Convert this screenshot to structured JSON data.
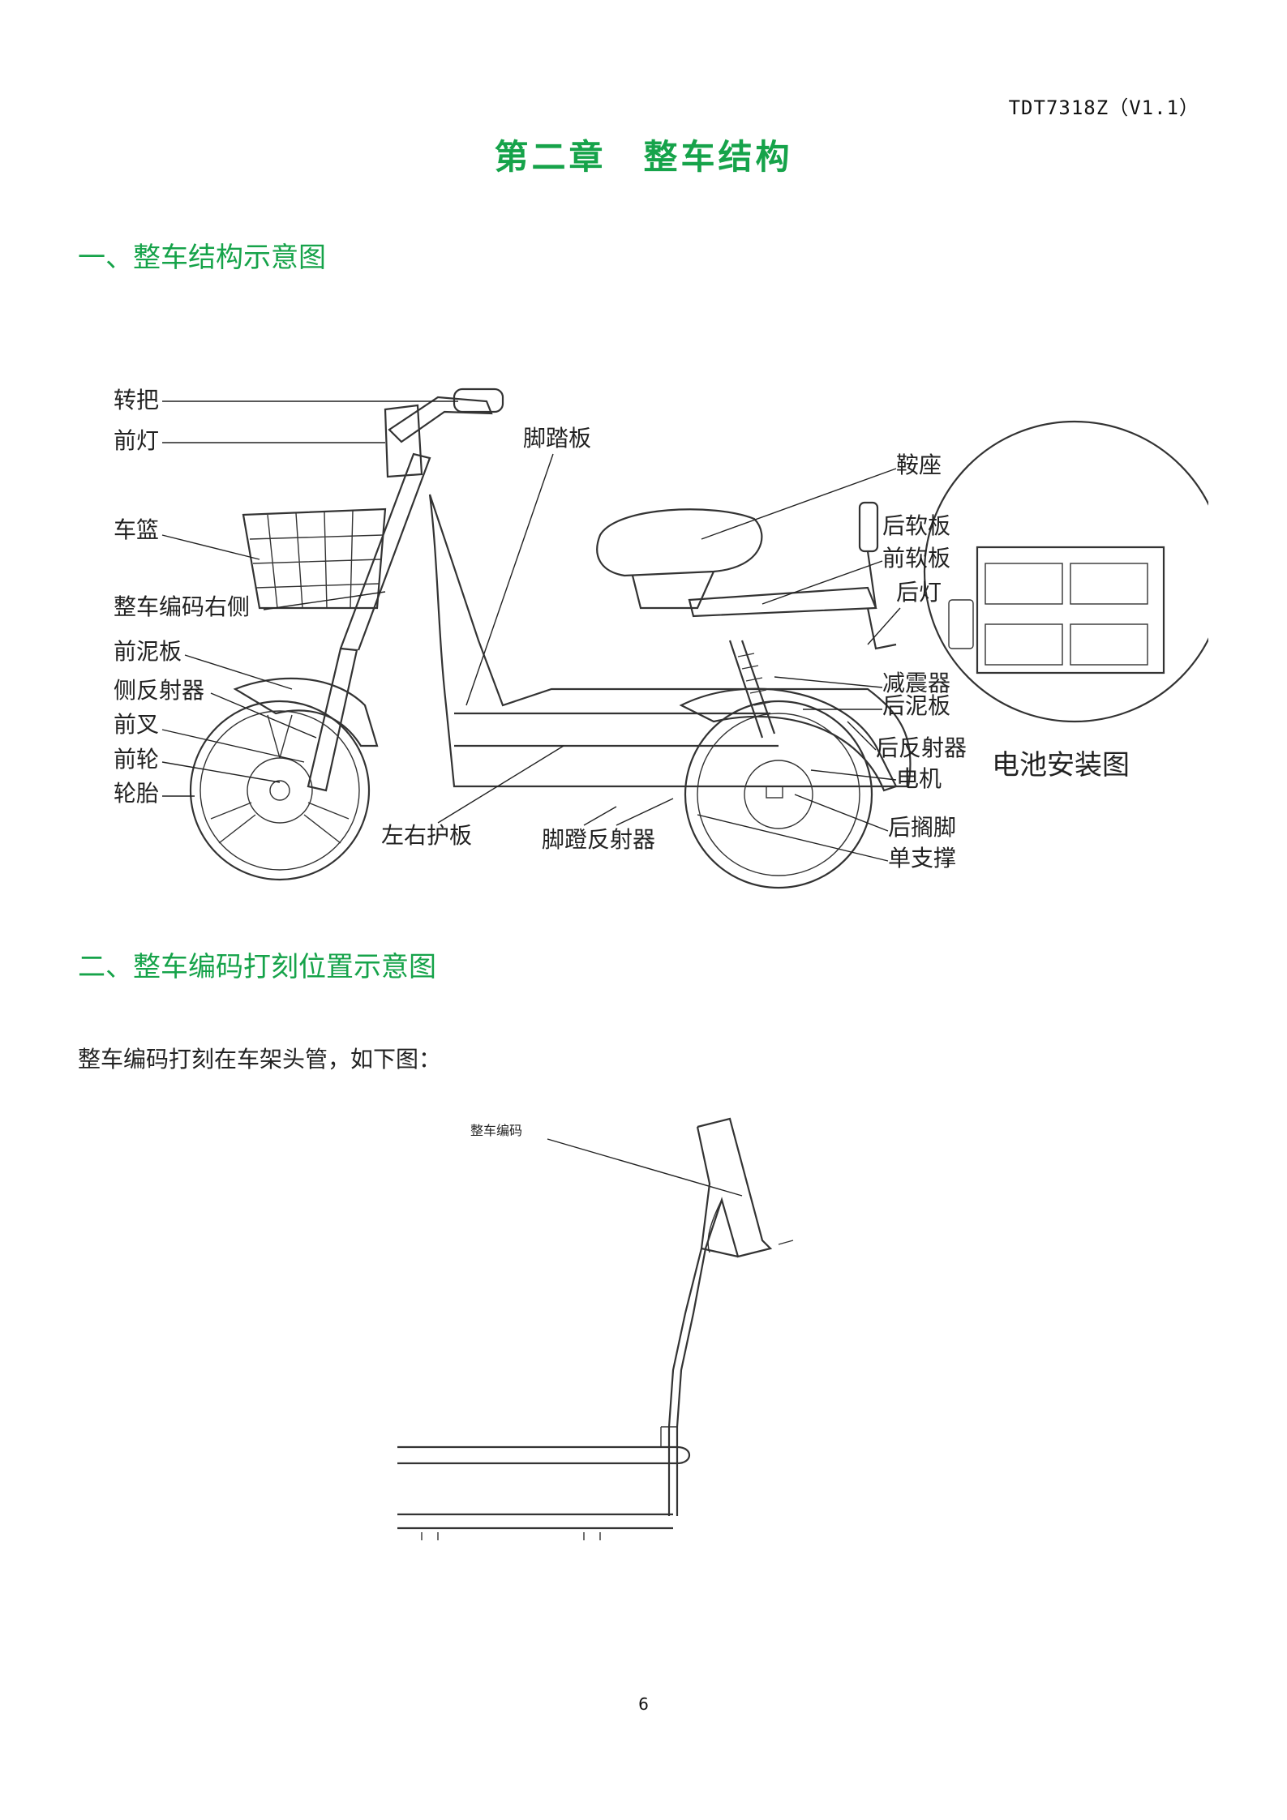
{
  "header": {
    "doc_code": "TDT7318Z（V1.1）"
  },
  "chapter": {
    "title": "第二章　整车结构"
  },
  "section1": {
    "title": "一、整车结构示意图",
    "labels": {
      "handlebar_grip": "转把",
      "headlight": "前灯",
      "basket": "车篮",
      "frame_code_right": "整车编码右侧",
      "front_fender": "前泥板",
      "side_reflector": "侧反射器",
      "front_fork": "前叉",
      "front_wheel": "前轮",
      "tire": "轮胎",
      "side_panel": "左右护板",
      "pedal_reflector": "脚蹬反射器",
      "footboard": "脚踏板",
      "saddle": "鞍座",
      "rear_soft_panel": "后软板",
      "front_soft_panel": "前软板",
      "tail_light": "后灯",
      "shock_absorber": "减震器",
      "rear_fender": "后泥板",
      "rear_reflector": "后反射器",
      "motor": "电机",
      "rear_footrest": "后搁脚",
      "kickstand": "单支撑"
    },
    "battery_inset_label": "电池安装图"
  },
  "section2": {
    "title": "二、整车编码打刻位置示意图",
    "body": "整车编码打刻在车架头管，如下图：",
    "figure_label": "整车编码"
  },
  "footer": {
    "page_number": "6"
  }
}
